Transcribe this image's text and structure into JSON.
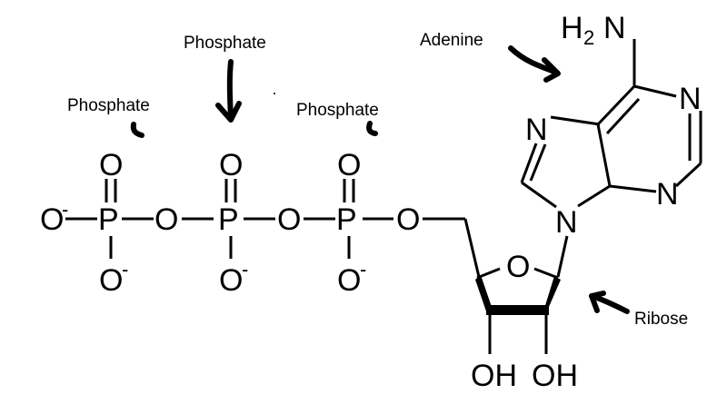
{
  "labels": {
    "phosphate_left": "Phosphate",
    "phosphate_middle": "Phosphate",
    "phosphate_right": "Phosphate",
    "adenine": "Adenine",
    "ribose": "Ribose"
  },
  "atoms": {
    "o_minus_left": "O",
    "minus_sign": "-",
    "p1": "P",
    "p2": "P",
    "p3": "P",
    "o_bridge_1": "O",
    "o_bridge_2": "O",
    "o_bridge_3": "O",
    "o_top_1": "O",
    "o_top_2": "O",
    "o_top_3": "O",
    "o_bottom_1": "O",
    "o_bottom_2": "O",
    "o_bottom_3": "O",
    "ring_o": "O",
    "n9": "N",
    "n7": "N",
    "n1": "N",
    "n3": "N",
    "amine_h": "H",
    "amine_sub": "2",
    "amine_n": "N",
    "oh_left": "OH",
    "oh_right": "OH"
  },
  "colors": {
    "ink": "#000000",
    "background": "#ffffff"
  }
}
